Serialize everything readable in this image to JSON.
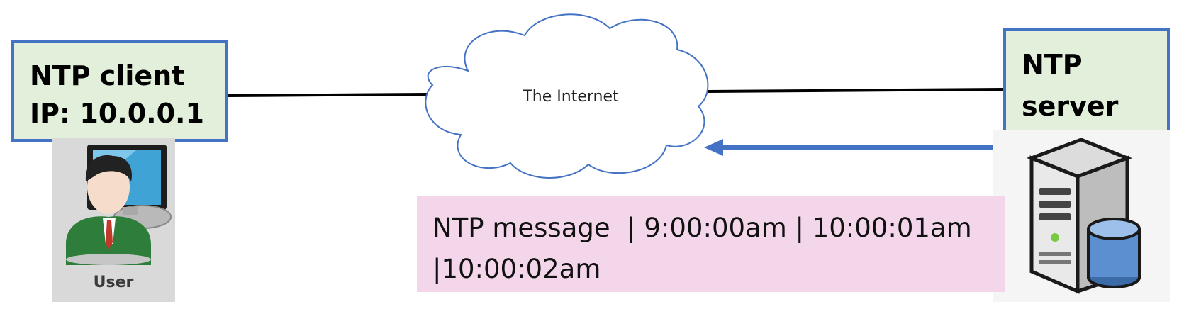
{
  "client": {
    "line1": "NTP client",
    "line2": "IP: 10.0.0.1",
    "icon": "user-computer-icon",
    "icon_label": "User"
  },
  "server": {
    "line1": "NTP",
    "line2": "server",
    "icon": "server-database-icon"
  },
  "network": {
    "label": "The Internet",
    "icon": "cloud-icon"
  },
  "message": {
    "line1": "NTP message  | 9:00:00am | 10:00:01am",
    "line2": "|10:00:02am",
    "direction": "server-to-client"
  },
  "colors": {
    "box_fill": "#e2efda",
    "box_border": "#4472c4",
    "message_fill": "#f4d6eb",
    "arrow": "#4472c4",
    "cloud_stroke": "#4472c4"
  }
}
